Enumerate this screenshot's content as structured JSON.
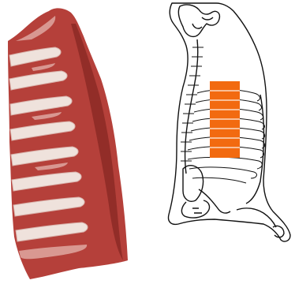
{
  "images": {
    "meat_photo": {
      "icon": "rib-cut-meat-photo"
    },
    "carcass_diagram": {
      "icon": "carcass-skeleton-diagram"
    }
  },
  "highlight": {
    "color": "#f26a10",
    "region": "rib-section"
  },
  "colors": {
    "meat_red": "#b5403a",
    "meat_dark": "#8c2a26",
    "fat_white": "#efe2dc",
    "fat_pink": "#e8bdb6",
    "outline": "#111111"
  }
}
